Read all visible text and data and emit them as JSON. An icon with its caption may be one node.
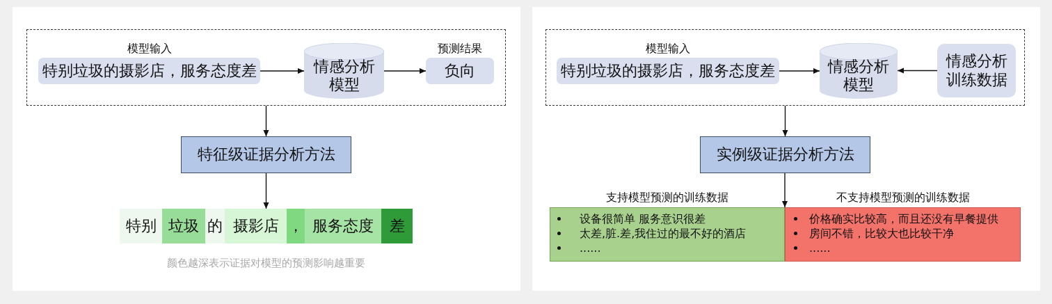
{
  "diagram": {
    "nodes": [
      {
        "text": [],
        "shape": "box"
      },
      {
        "text": [
          "模型输入",
          "特别垃圾的摄影店，服务态度差"
        ],
        "in": 0
      },
      {
        "text": [
          "情感分析模型"
        ],
        "in": 0
      },
      {
        "text": [
          "预测结果",
          "负向"
        ],
        "in": 0
      },
      {
        "text": [
          "特征级证据分析方法"
        ]
      },
      {
        "text": [],
        "shape": "bar",
        "beside": [
          "颜色越深表示证据对模型的预测影响越重要"
        ]
      },
      {
        "text": [
          "特别"
        ],
        "in": 5
      },
      {
        "text": [
          "垃圾"
        ],
        "in": 5
      },
      {
        "text": [
          "的"
        ],
        "in": 5
      },
      {
        "text": [
          "摄影店"
        ],
        "in": 5
      },
      {
        "text": [
          "，"
        ],
        "in": 5
      },
      {
        "text": [
          "服务态度"
        ],
        "in": 5
      },
      {
        "text": [
          "差"
        ],
        "in": 5
      },
      {
        "text": [],
        "shape": "box"
      },
      {
        "text": [
          "模型输入",
          "特别垃圾的摄影店，服务态度差"
        ],
        "in": 13
      },
      {
        "text": [
          "情感分析模型"
        ],
        "in": 13
      },
      {
        "text": [
          "情感分析训练数据"
        ],
        "in": 13
      },
      {
        "text": [
          "实例级证据分析方法"
        ]
      },
      {
        "text": [
          "支持模型预测的训练数据",
          "设备很简单 服务意识很差",
          "太差,脏.差,我住过的最不好的酒店",
          "......"
        ]
      },
      {
        "text": [
          "不支持模型预测的训练数据",
          "价格确实比较高，而且还没有早餐提供",
          "房间不错，比较大也比较干净",
          "......"
        ]
      }
    ],
    "edges": [
      {
        "from": 1,
        "to": 2,
        "arrow": "to"
      },
      {
        "from": 2,
        "to": 3,
        "arrow": "to"
      },
      {
        "from": 0,
        "to": 4,
        "arrow": "to"
      },
      {
        "from": 4,
        "to": 5,
        "arrow": "to"
      },
      {
        "from": 14,
        "to": 15,
        "arrow": "to"
      },
      {
        "from": 16,
        "to": 15,
        "arrow": "to"
      },
      {
        "from": 13,
        "to": 17,
        "arrow": "to"
      },
      {
        "from": 17,
        "to": 18,
        "arrow": "to"
      },
      {
        "from": 17,
        "to": 19,
        "arrow": "to"
      }
    ]
  }
}
